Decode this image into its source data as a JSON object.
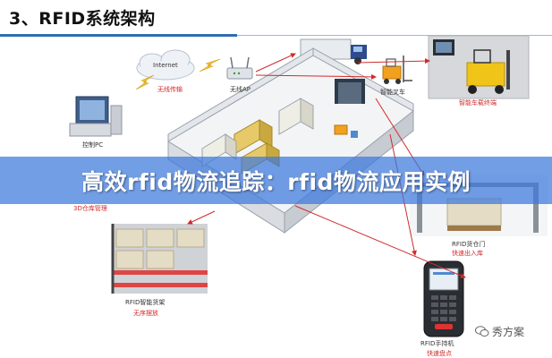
{
  "title": "3、RFID系统架构",
  "banner": "高效rfid物流追踪：rfid物流应用实例",
  "labels": {
    "internet": "Internet",
    "wireless": "无线传输",
    "ap": "无线AP",
    "pc": "控制PC",
    "forklift": "智能叉车",
    "car_terminal": "智能车载终端",
    "mgmt3d": "3D仓库管理",
    "shelf1": "RFID智能货架",
    "shelf2": "无序摆放",
    "gate1": "RFID货仓门",
    "gate2": "快速出入库",
    "handheld1": "RFID手持机",
    "handheld2": "快速盘点"
  },
  "watermark": "秀方案",
  "colors": {
    "accent": "#2f6db5",
    "banner": "#3c78dc",
    "arrow": "#d22b2b",
    "label_red": "#d22b2b"
  }
}
